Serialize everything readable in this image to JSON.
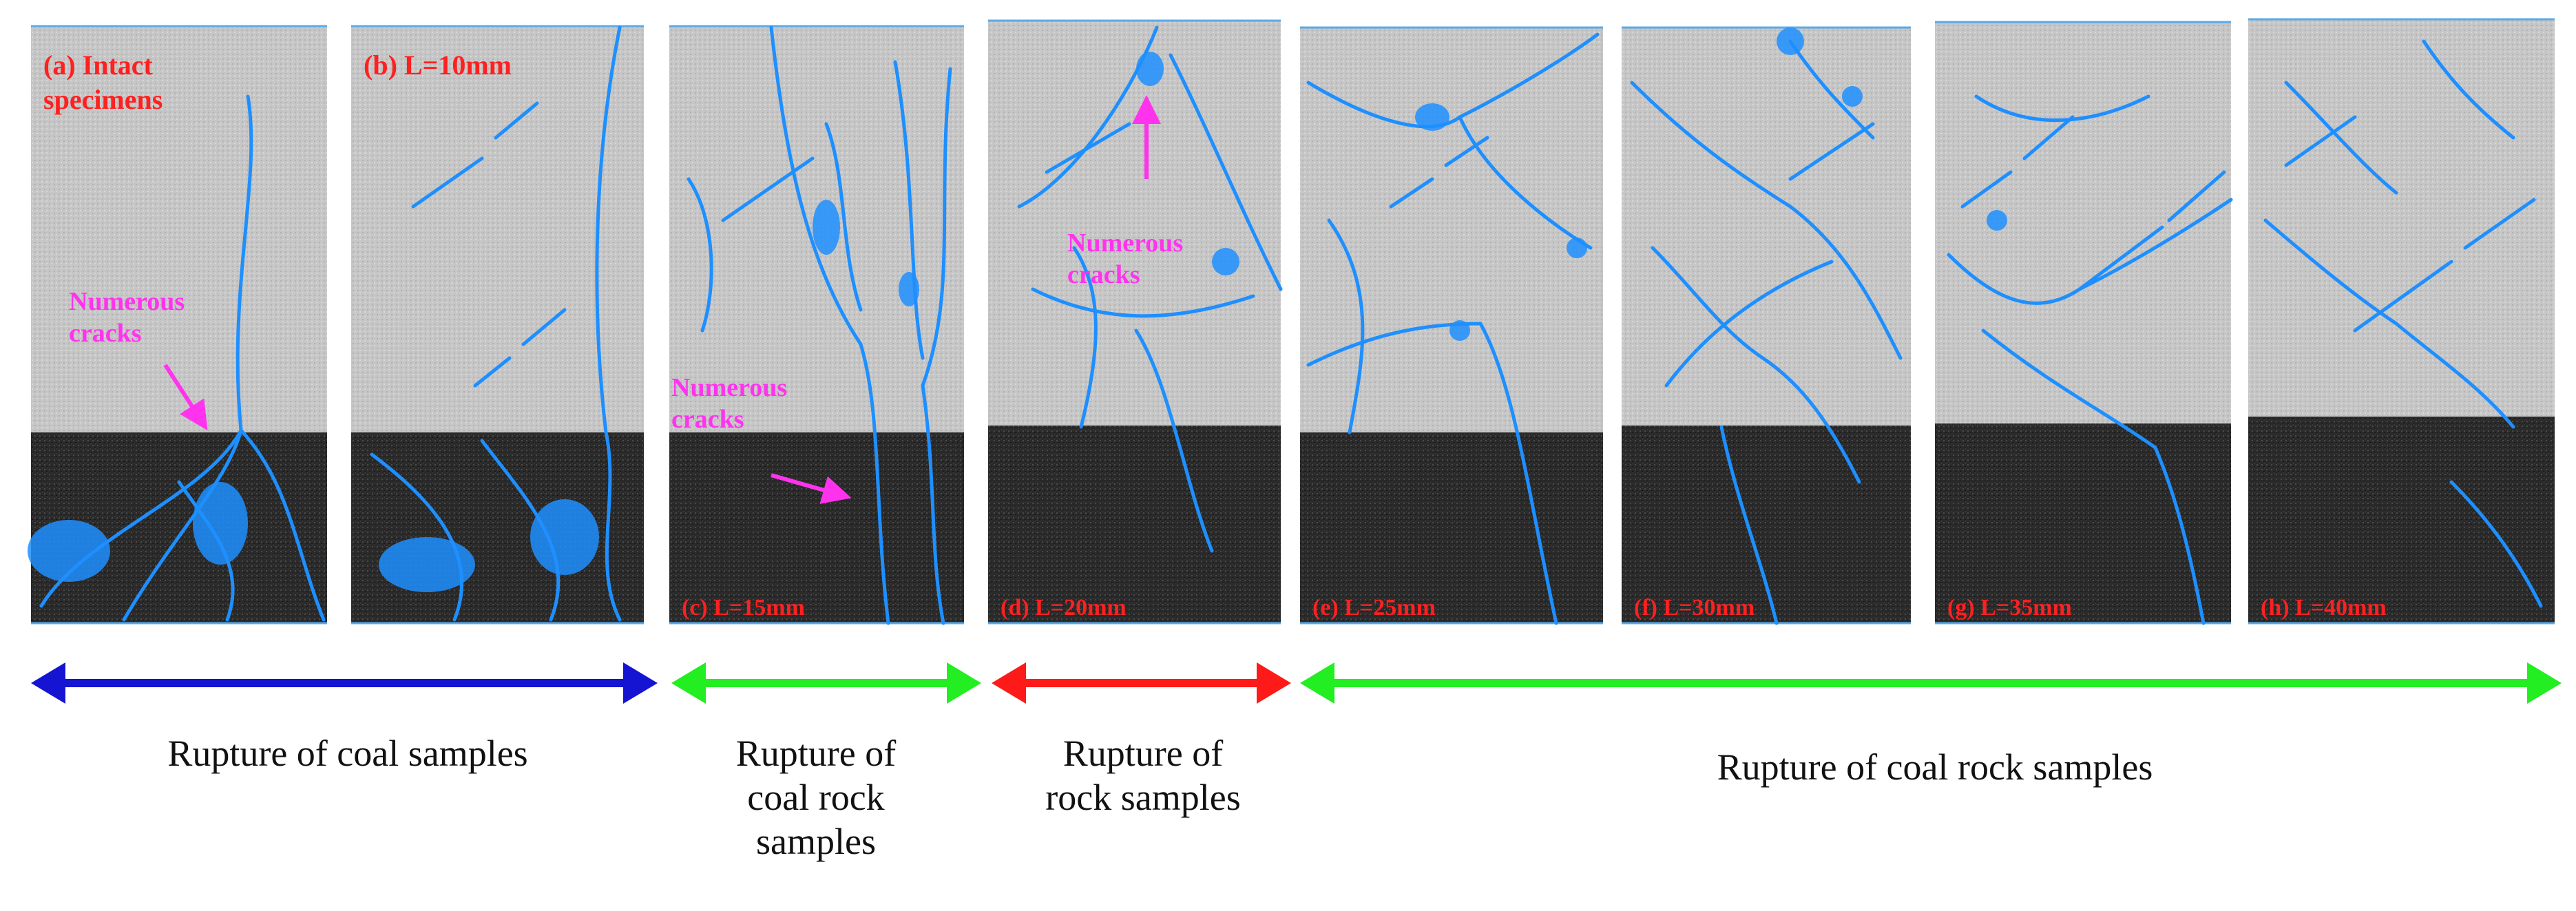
{
  "panels": [
    {
      "label": "(a) Intact specimens",
      "crack_note": "Numerous cracks"
    },
    {
      "label": "(b) L=10mm"
    },
    {
      "label": "(c) L=15mm",
      "crack_note": "Numerous cracks"
    },
    {
      "label": "(d) L=20mm",
      "crack_note": "Numerous cracks"
    },
    {
      "label": "(e) L=25mm"
    },
    {
      "label": "(f) L=30mm"
    },
    {
      "label": "(g) L=35mm"
    },
    {
      "label": "(h) L=40mm"
    }
  ],
  "groups": [
    {
      "caption": "Rupture of coal samples",
      "color": "#1414d2"
    },
    {
      "caption": "Rupture of coal rock samples",
      "color": "#22ee22"
    },
    {
      "caption": "Rupture of rock samples",
      "color": "#ff1a1a"
    },
    {
      "caption": "Rupture of coal rock samples",
      "color": "#22ee22"
    }
  ],
  "colors": {
    "rock": "#c6c6c6",
    "coal": "#2a2a2a",
    "crack": "#1e8fff",
    "panel_label": "#ff2020",
    "note": "#ff33ee"
  }
}
